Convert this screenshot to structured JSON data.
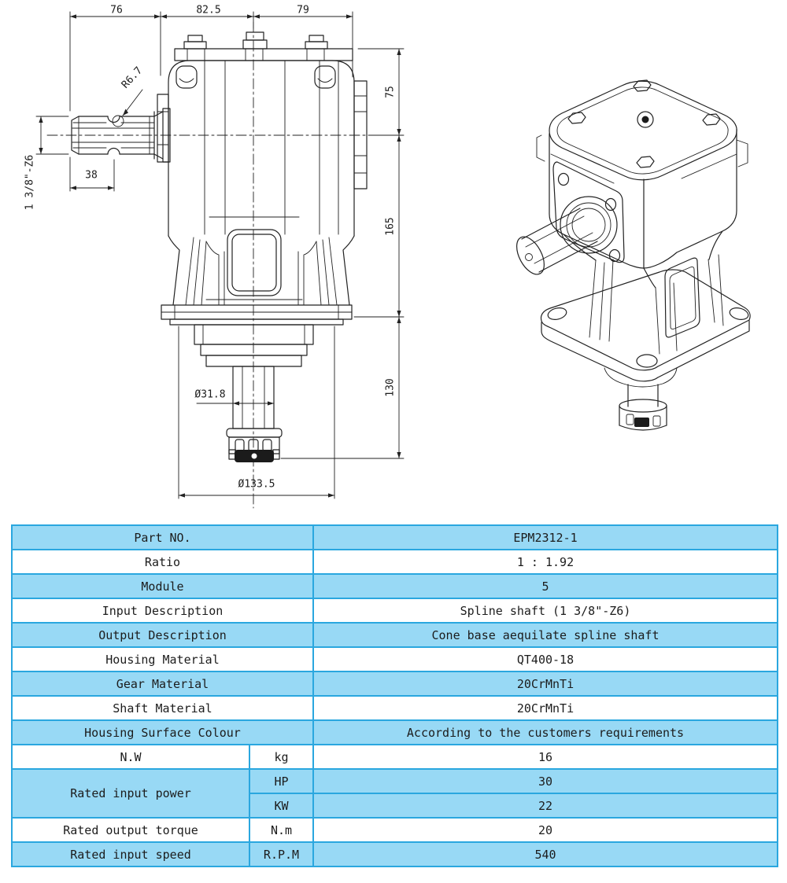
{
  "colors": {
    "cell_blue": "#98D9F5",
    "grid_blue": "#2AA7DF",
    "text": "#1C1C1C",
    "line": "#222222",
    "page_bg": "#FFFFFF"
  },
  "drawing": {
    "dims": {
      "top_left": "76",
      "top_mid": "82.5",
      "top_right": "79",
      "right_top": "75",
      "right_mid": "165",
      "right_bottom": "130",
      "input_spline": "1 3/8\"-Z6",
      "groove_radius": "R6.7",
      "spline_length": "38",
      "output_shaft_dia": "Ø31.8",
      "flange_dia": "Ø133.5"
    }
  },
  "table": {
    "rows": [
      {
        "label": "Part NO.",
        "value": "EPM2312-1"
      },
      {
        "label": "Ratio",
        "value": "1 : 1.92"
      },
      {
        "label": "Module",
        "value": "5"
      },
      {
        "label": "Input Description",
        "value": "Spline shaft (1 3/8\"-Z6)"
      },
      {
        "label": "Output Description",
        "value": "Cone base aequilate spline shaft"
      },
      {
        "label": "Housing Material",
        "value": "QT400-18"
      },
      {
        "label": "Gear Material",
        "value": "20CrMnTi"
      },
      {
        "label": "Shaft Material",
        "value": "20CrMnTi"
      },
      {
        "label": "Housing Surface Colour",
        "value": "According to the customers requirements"
      },
      {
        "label": "N.W",
        "unit": "kg",
        "value": "16"
      },
      {
        "label": "Rated input power",
        "unit": "HP",
        "value": "30"
      },
      {
        "unit": "KW",
        "value": "22"
      },
      {
        "label": "Rated output torque",
        "unit": "N.m",
        "value": "20"
      },
      {
        "label": "Rated input speed",
        "unit": "R.P.M",
        "value": "540"
      }
    ]
  }
}
